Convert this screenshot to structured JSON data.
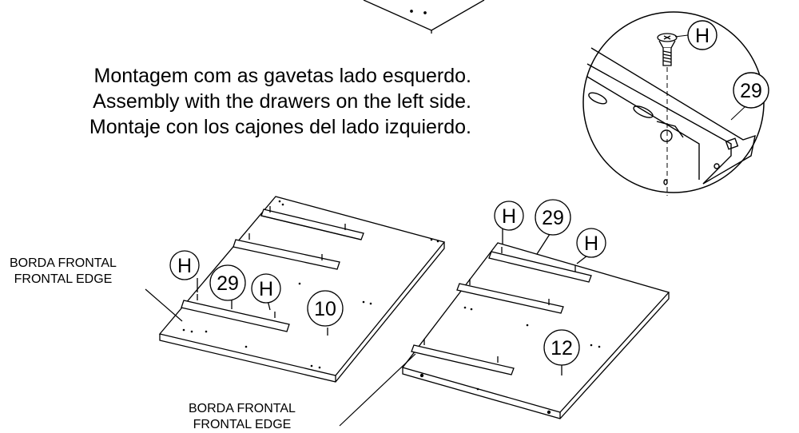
{
  "instructions": {
    "pt": "Montagem com as gavetas lado esquerdo.",
    "en": "Assembly with the drawers on the left side.",
    "es": "Montaje con los cajones del lado izquierdo."
  },
  "edge_label_left": {
    "line1": "BORDA FRONTAL",
    "line2": "FRONTAL EDGE"
  },
  "edge_label_bottom": {
    "line1": "BORDA FRONTAL",
    "line2": "FRONTAL EDGE"
  },
  "callouts": {
    "detail_screw": "H",
    "detail_rail": "29",
    "left_screw_a": "H",
    "left_rail": "29",
    "left_screw_b": "H",
    "left_panel": "10",
    "right_screw_a": "H",
    "right_rail": "29",
    "right_screw_b": "H",
    "right_panel": "12"
  }
}
